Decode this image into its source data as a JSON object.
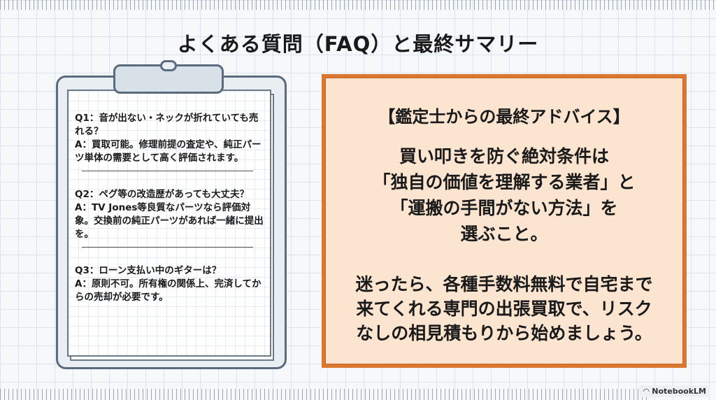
{
  "title": "よくある質問（FAQ）と最終サマリー",
  "faq": [
    {
      "q": "Q1：音が出ない・ネックが折れていても売れる？",
      "a": "A：買取可能。修理前提の査定や、純正パーツ単体の需要として高く評価されます。"
    },
    {
      "q": "Q2：ペグ等の改造歴があっても大丈夫？",
      "a": "A：TV Jones等良質なパーツなら評価対象。交換前の純正パーツがあれば一緒に提出を。"
    },
    {
      "q": "Q3：ローン支払い中のギターは？",
      "a": "A：原則不可。所有権の関係上、完済してからの売却が必要です。"
    }
  ],
  "advice": {
    "heading": "【鑑定士からの最終アドバイス】",
    "p1": [
      "買い叩きを防ぐ絶対条件は",
      "「独自の価値を理解する業者」と",
      "「運搬の手間がない方法」を",
      "選ぶこと。"
    ],
    "p2": [
      "迷ったら、各種手数料無料で自宅まで",
      "来てくれる専門の出張買取で、リスク",
      "なしの相見積もりから始めましょう。"
    ]
  },
  "colors": {
    "accent_border": "#d9782f",
    "accent_fill": "#fbe4d0"
  },
  "logo": "NotebookLM"
}
